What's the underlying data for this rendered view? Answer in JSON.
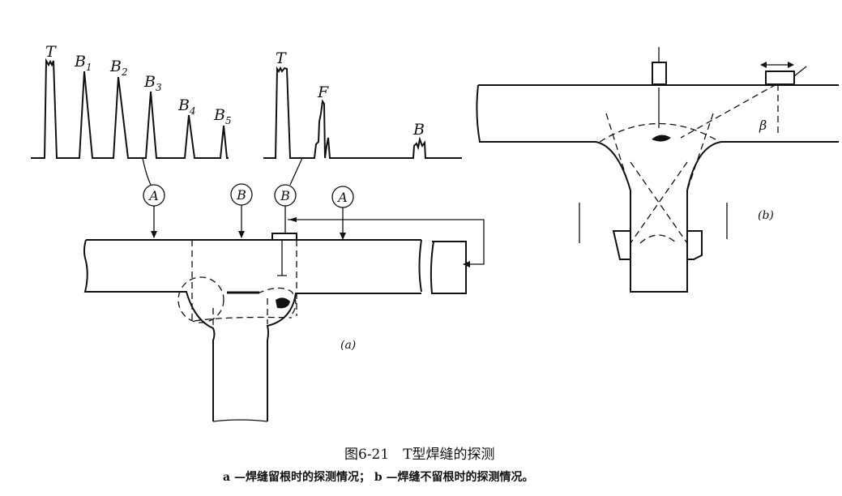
{
  "figure": {
    "caption_title": "图6-21　T型焊缝的探测",
    "caption_legend": "a —焊缝留根时的探测情况； b —焊缝不留根时的探测情况。",
    "panel_a_label": "(a)",
    "panel_b_label": "(b)"
  },
  "waveform_a": {
    "peaks": [
      {
        "label": "T",
        "sub": ""
      },
      {
        "label": "B",
        "sub": "1"
      },
      {
        "label": "B",
        "sub": "2"
      },
      {
        "label": "B",
        "sub": "3"
      },
      {
        "label": "B",
        "sub": "4"
      },
      {
        "label": "B",
        "sub": "5"
      }
    ]
  },
  "waveform_b": {
    "peaks": [
      {
        "label": "T"
      },
      {
        "label": "F"
      },
      {
        "label": "B"
      }
    ]
  },
  "probe_positions": [
    "A",
    "B",
    "B",
    "A"
  ],
  "angle_label": "β"
}
